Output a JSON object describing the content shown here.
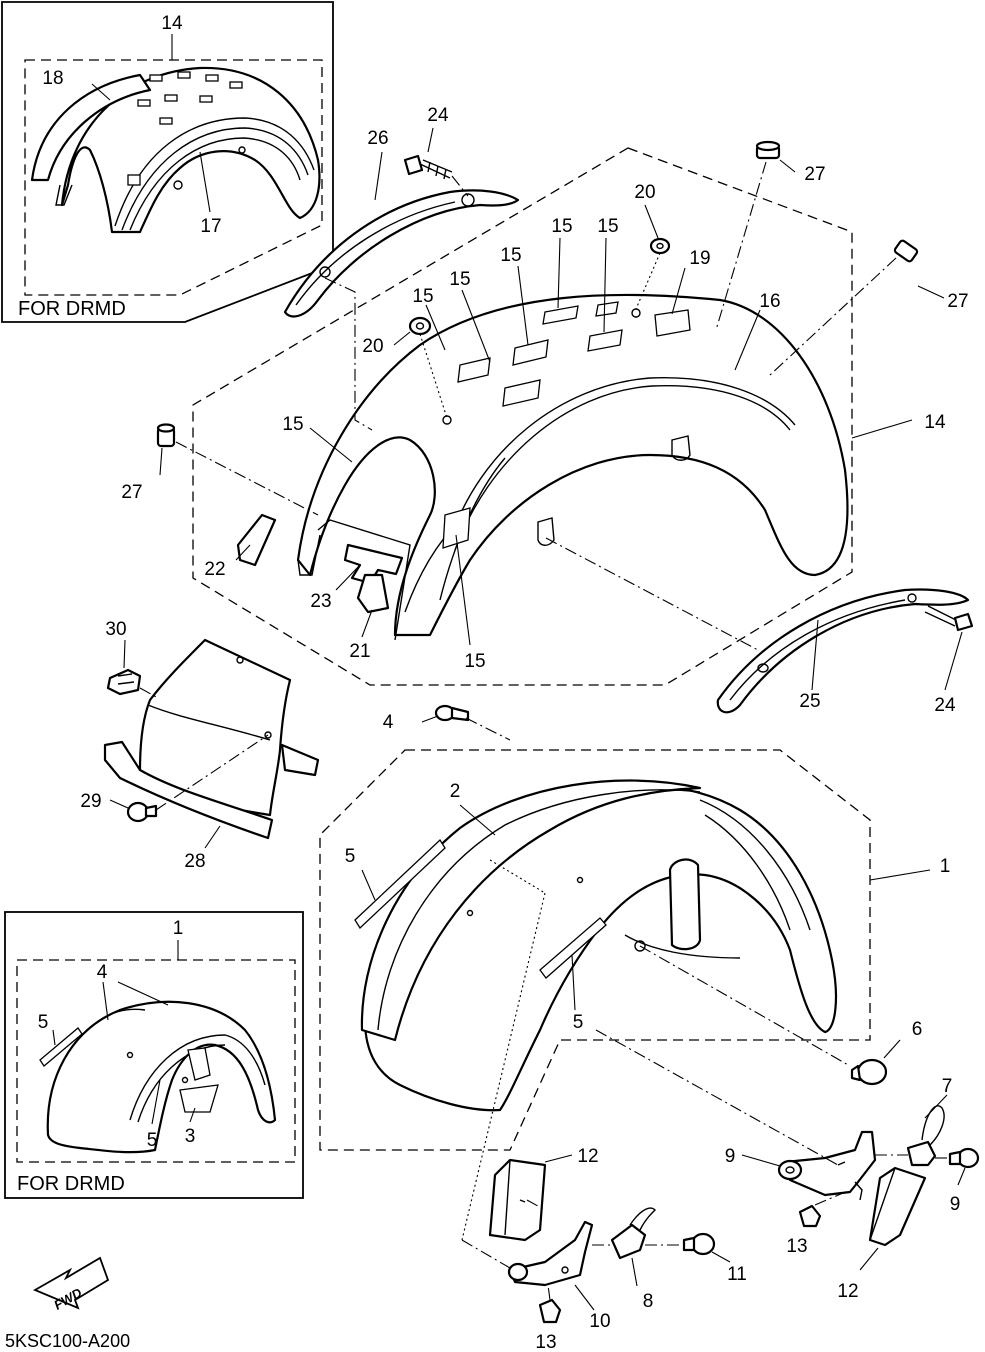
{
  "inset_top": {
    "callout": "14",
    "caption": "FOR DRMD",
    "parts": [
      "18",
      "17"
    ]
  },
  "inset_bottom": {
    "callout": "1",
    "caption": "FOR DRMD",
    "parts": [
      "4",
      "5",
      "5",
      "3"
    ]
  },
  "callouts": {
    "c14_main": "14",
    "c24_top": "24",
    "c26": "26",
    "c27_top": "27",
    "c27_right": "27",
    "c27_left": "27",
    "c20_top": "20",
    "c20_left": "20",
    "c15_a": "15",
    "c15_b": "15",
    "c15_c": "15",
    "c15_d": "15",
    "c15_e": "15",
    "c15_f": "15",
    "c19": "19",
    "c16": "16",
    "c22": "22",
    "c23": "23",
    "c21": "21",
    "c25": "25",
    "c24_right": "24",
    "c30": "30",
    "c29": "29",
    "c28": "28",
    "c4": "4",
    "c2": "2",
    "c5_a": "5",
    "c5_b": "5",
    "c1_main": "1",
    "c6": "6",
    "c7": "7",
    "c9_a": "9",
    "c9_b": "9",
    "c12_a": "12",
    "c12_b": "12",
    "c13_a": "13",
    "c13_b": "13",
    "c11": "11",
    "c8": "8",
    "c10": "10"
  },
  "fwd_label": "FWD",
  "diagram_code": "5KSC100-A200"
}
